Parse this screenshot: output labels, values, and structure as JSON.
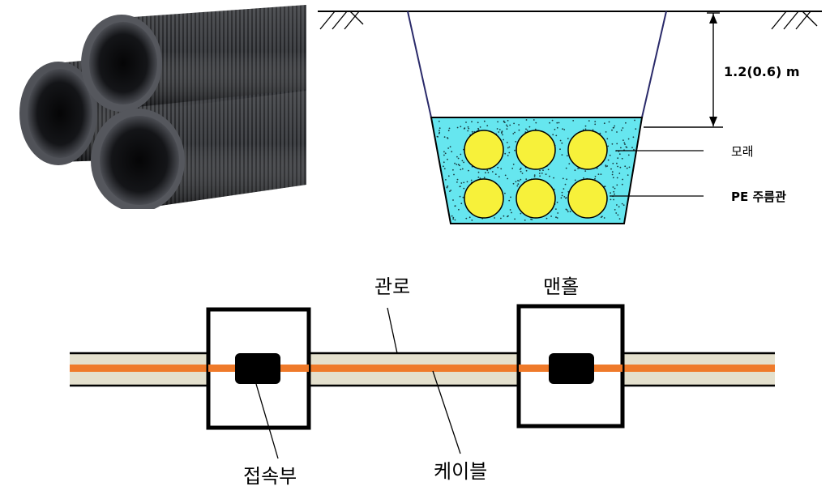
{
  "trench": {
    "depth_label": "1.2(0.6) m",
    "sand_label": "모래",
    "pipe_label": "PE 주름관"
  },
  "layout_diagram": {
    "conduit_label": "관로",
    "manhole_label": "맨홀",
    "joint_label": "접속부",
    "cable_label": "케이블"
  },
  "colors": {
    "sand_fill": "#66e6ef",
    "pipe_circle": "#f7f13a",
    "cable": "#ef7a2a",
    "conduit_fill": "#e4e0cd",
    "pipe_dark": "#2a2c30"
  },
  "icons": {
    "photo": "corrugated-pipes-photo",
    "ground": "ground-hatch-icon"
  }
}
